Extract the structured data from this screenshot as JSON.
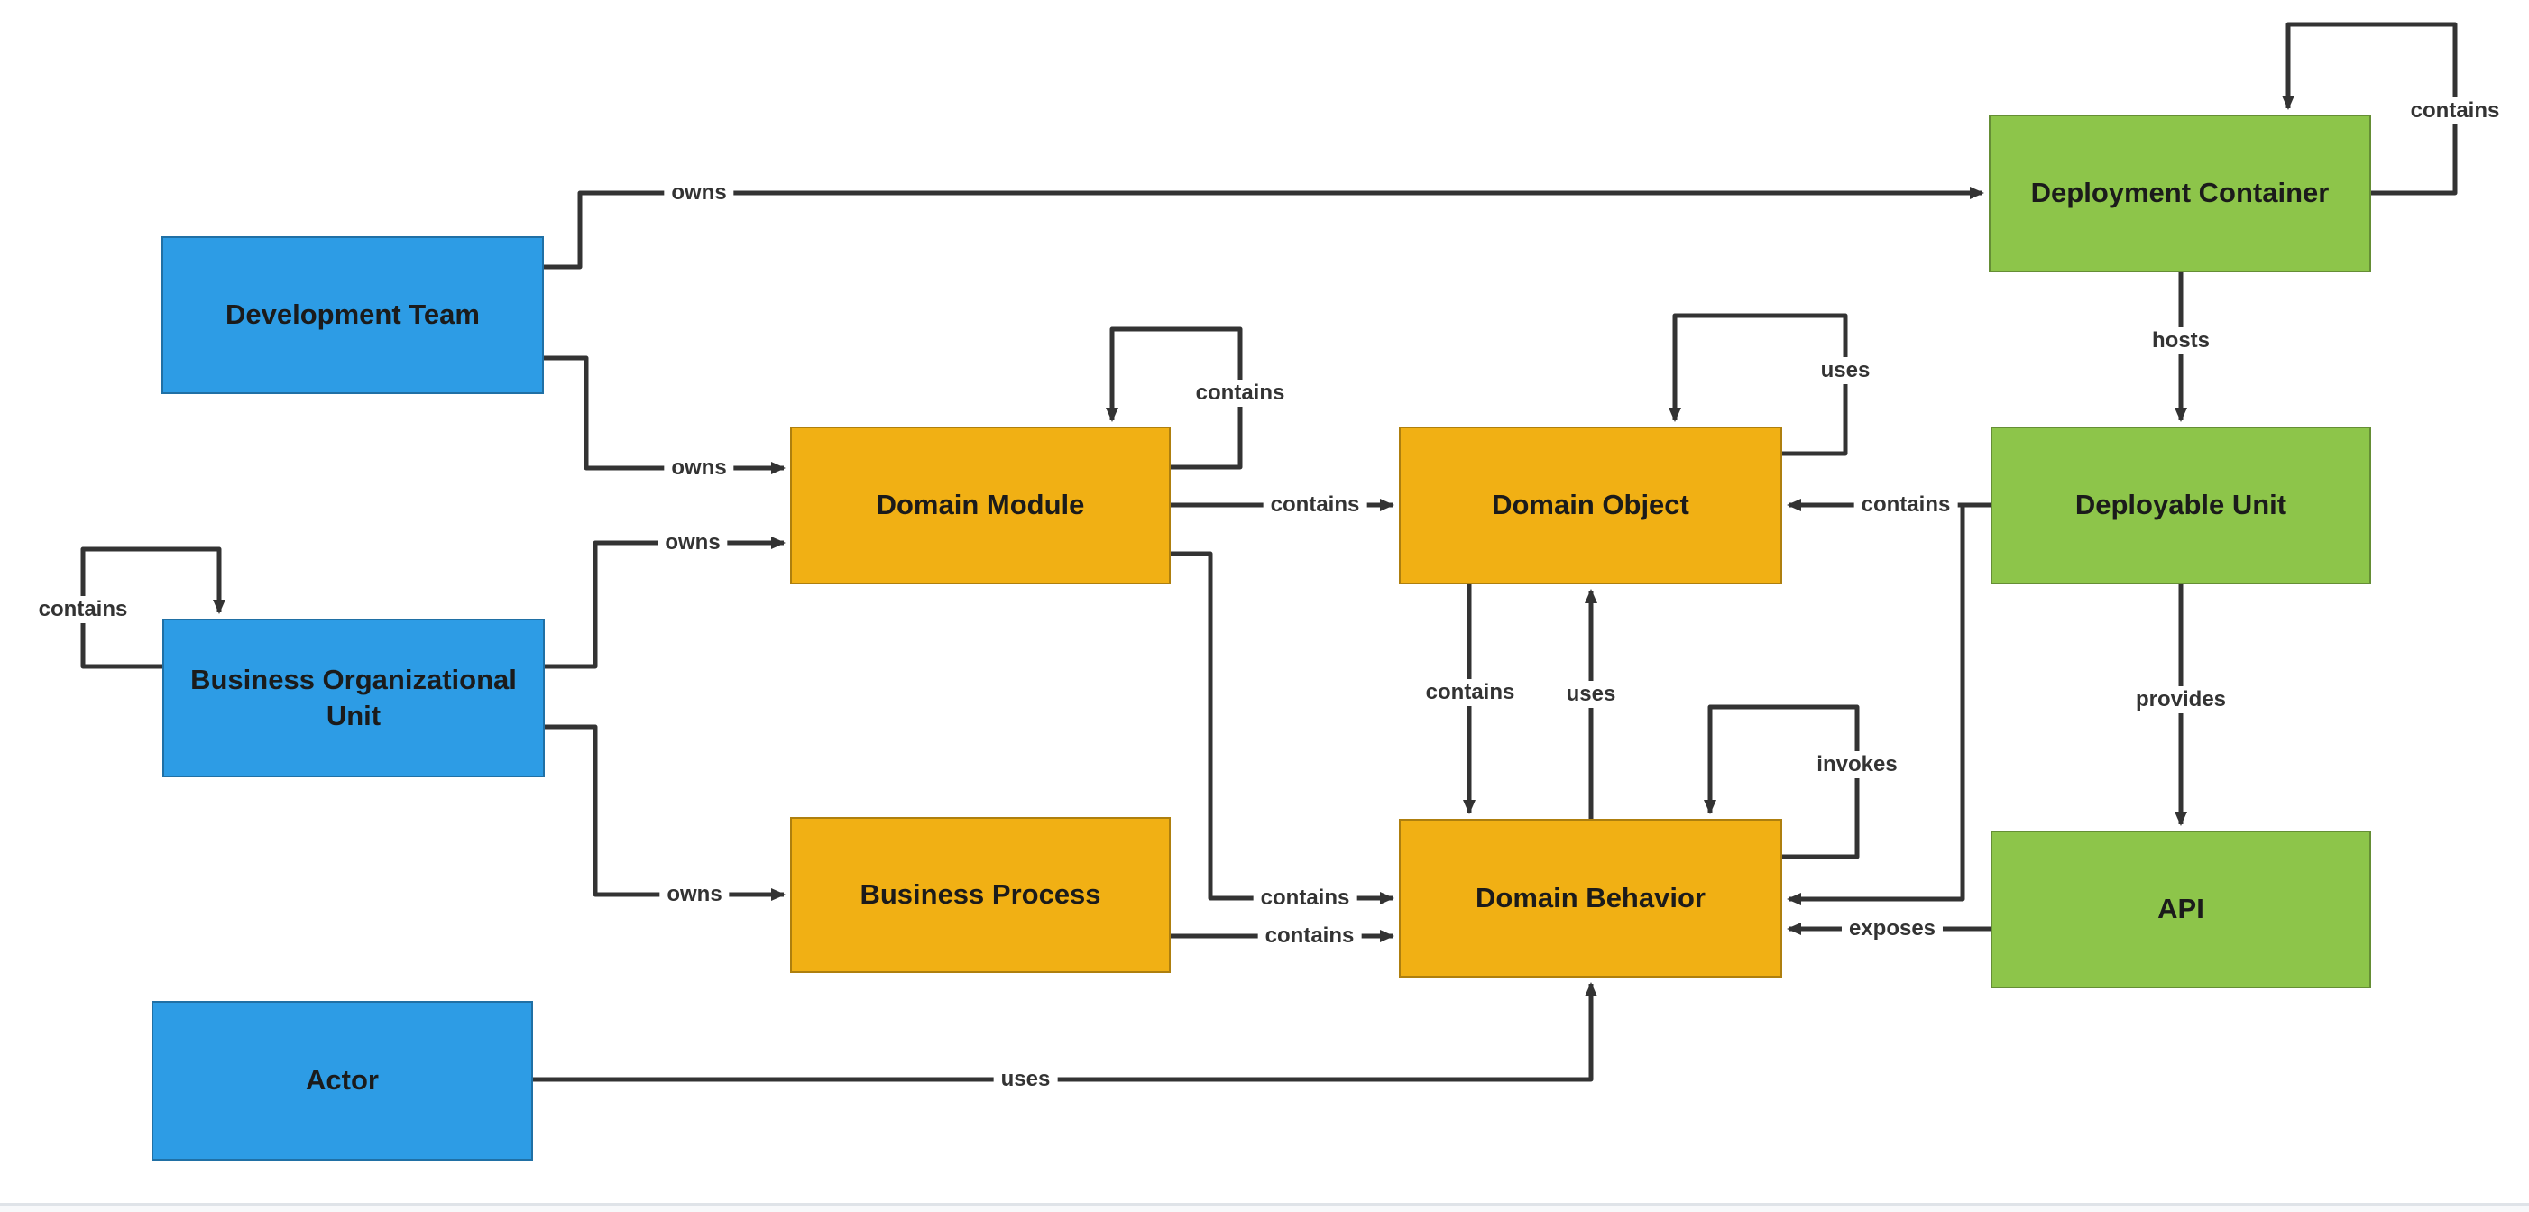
{
  "diagram": {
    "palette": {
      "node_blue": "#2D9CE5",
      "node_orange": "#F1B014",
      "node_green": "#8DC54A",
      "edge_line": "#333333",
      "edge_label_color": "#333333",
      "canvas_bg": "#ffffff",
      "footer_divider": "#dfe3e8",
      "footer_bg": "#f7f8fa"
    },
    "nodes": [
      {
        "id": "development-team",
        "label": "Development Team",
        "color": "#2D9CE5"
      },
      {
        "id": "business-organizational-unit",
        "label": "Business Organizational Unit",
        "color": "#2D9CE5"
      },
      {
        "id": "actor",
        "label": "Actor",
        "color": "#2D9CE5"
      },
      {
        "id": "domain-module",
        "label": "Domain Module",
        "color": "#F1B014"
      },
      {
        "id": "business-process",
        "label": "Business Process",
        "color": "#F1B014"
      },
      {
        "id": "domain-object",
        "label": "Domain Object",
        "color": "#F1B014"
      },
      {
        "id": "domain-behavior",
        "label": "Domain Behavior",
        "color": "#F1B014"
      },
      {
        "id": "deployment-container",
        "label": "Deployment Container",
        "color": "#8DC54A"
      },
      {
        "id": "deployable-unit",
        "label": "Deployable Unit",
        "color": "#8DC54A"
      },
      {
        "id": "api",
        "label": "API",
        "color": "#8DC54A"
      }
    ],
    "edges": [
      {
        "from": "Development Team",
        "to": "Deployment Container",
        "label": "owns"
      },
      {
        "from": "Development Team",
        "to": "Domain Module",
        "label": "owns"
      },
      {
        "from": "Business Organizational Unit",
        "to": "Domain Module",
        "label": "owns"
      },
      {
        "from": "Business Organizational Unit",
        "to": "Business Process",
        "label": "owns"
      },
      {
        "from": "Business Organizational Unit",
        "to": "Business Organizational Unit",
        "label": "contains"
      },
      {
        "from": "Domain Module",
        "to": "Domain Module",
        "label": "contains"
      },
      {
        "from": "Domain Module",
        "to": "Domain Object",
        "label": "contains"
      },
      {
        "from": "Domain Module",
        "to": "Domain Behavior",
        "label": "contains"
      },
      {
        "from": "Business Process",
        "to": "Domain Behavior",
        "label": "contains"
      },
      {
        "from": "Domain Object",
        "to": "Domain Object",
        "label": "uses"
      },
      {
        "from": "Domain Object",
        "to": "Domain Behavior",
        "label": "contains"
      },
      {
        "from": "Domain Behavior",
        "to": "Domain Object",
        "label": "uses"
      },
      {
        "from": "Domain Behavior",
        "to": "Domain Behavior",
        "label": "invokes"
      },
      {
        "from": "Deployment Container",
        "to": "Deployment Container",
        "label": "contains"
      },
      {
        "from": "Deployment Container",
        "to": "Deployable Unit",
        "label": "hosts"
      },
      {
        "from": "Deployable Unit",
        "to": "Domain Object",
        "label": "contains"
      },
      {
        "from": "Deployable Unit",
        "to": "Domain Behavior",
        "label": ""
      },
      {
        "from": "Deployable Unit",
        "to": "API",
        "label": "provides"
      },
      {
        "from": "API",
        "to": "Domain Behavior",
        "label": "exposes"
      },
      {
        "from": "Actor",
        "to": "Domain Behavior",
        "label": "uses"
      }
    ]
  }
}
